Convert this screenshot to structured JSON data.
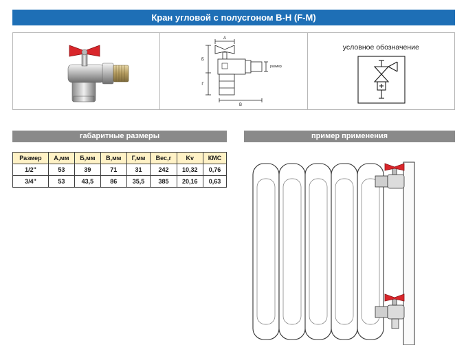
{
  "header": {
    "title": "Кран угловой с полусгоном  В-Н (F-M)"
  },
  "top": {
    "drawing": {
      "dim_a": "А",
      "dim_b": "Б",
      "dim_v": "В",
      "dim_g": "Г",
      "dim_size": "размер"
    },
    "symbol": {
      "label": "условное обозначение"
    }
  },
  "sections": {
    "dimensions": "габаритные размеры",
    "usage": "пример применения"
  },
  "table": {
    "headers": [
      "Размер",
      "А,мм",
      "Б,мм",
      "В,мм",
      "Г,мм",
      "Вес,г",
      "Kv",
      "КМС"
    ],
    "rows": [
      [
        "1/2\"",
        "53",
        "39",
        "71",
        "31",
        "242",
        "10,32",
        "0,76"
      ],
      [
        "3/4\"",
        "53",
        "43,5",
        "86",
        "35,5",
        "385",
        "20,16",
        "0,63"
      ]
    ]
  },
  "colors": {
    "title_bar": "#1e6fb6",
    "section_bar": "#8a8a8a",
    "table_header": "#fff2c6",
    "valve_handle": "#d9262b",
    "valve_body": "#cfcfcf"
  },
  "icons": [
    "valve-photo",
    "valve-technical-drawing",
    "valve-schematic-symbol",
    "radiator-installation"
  ]
}
